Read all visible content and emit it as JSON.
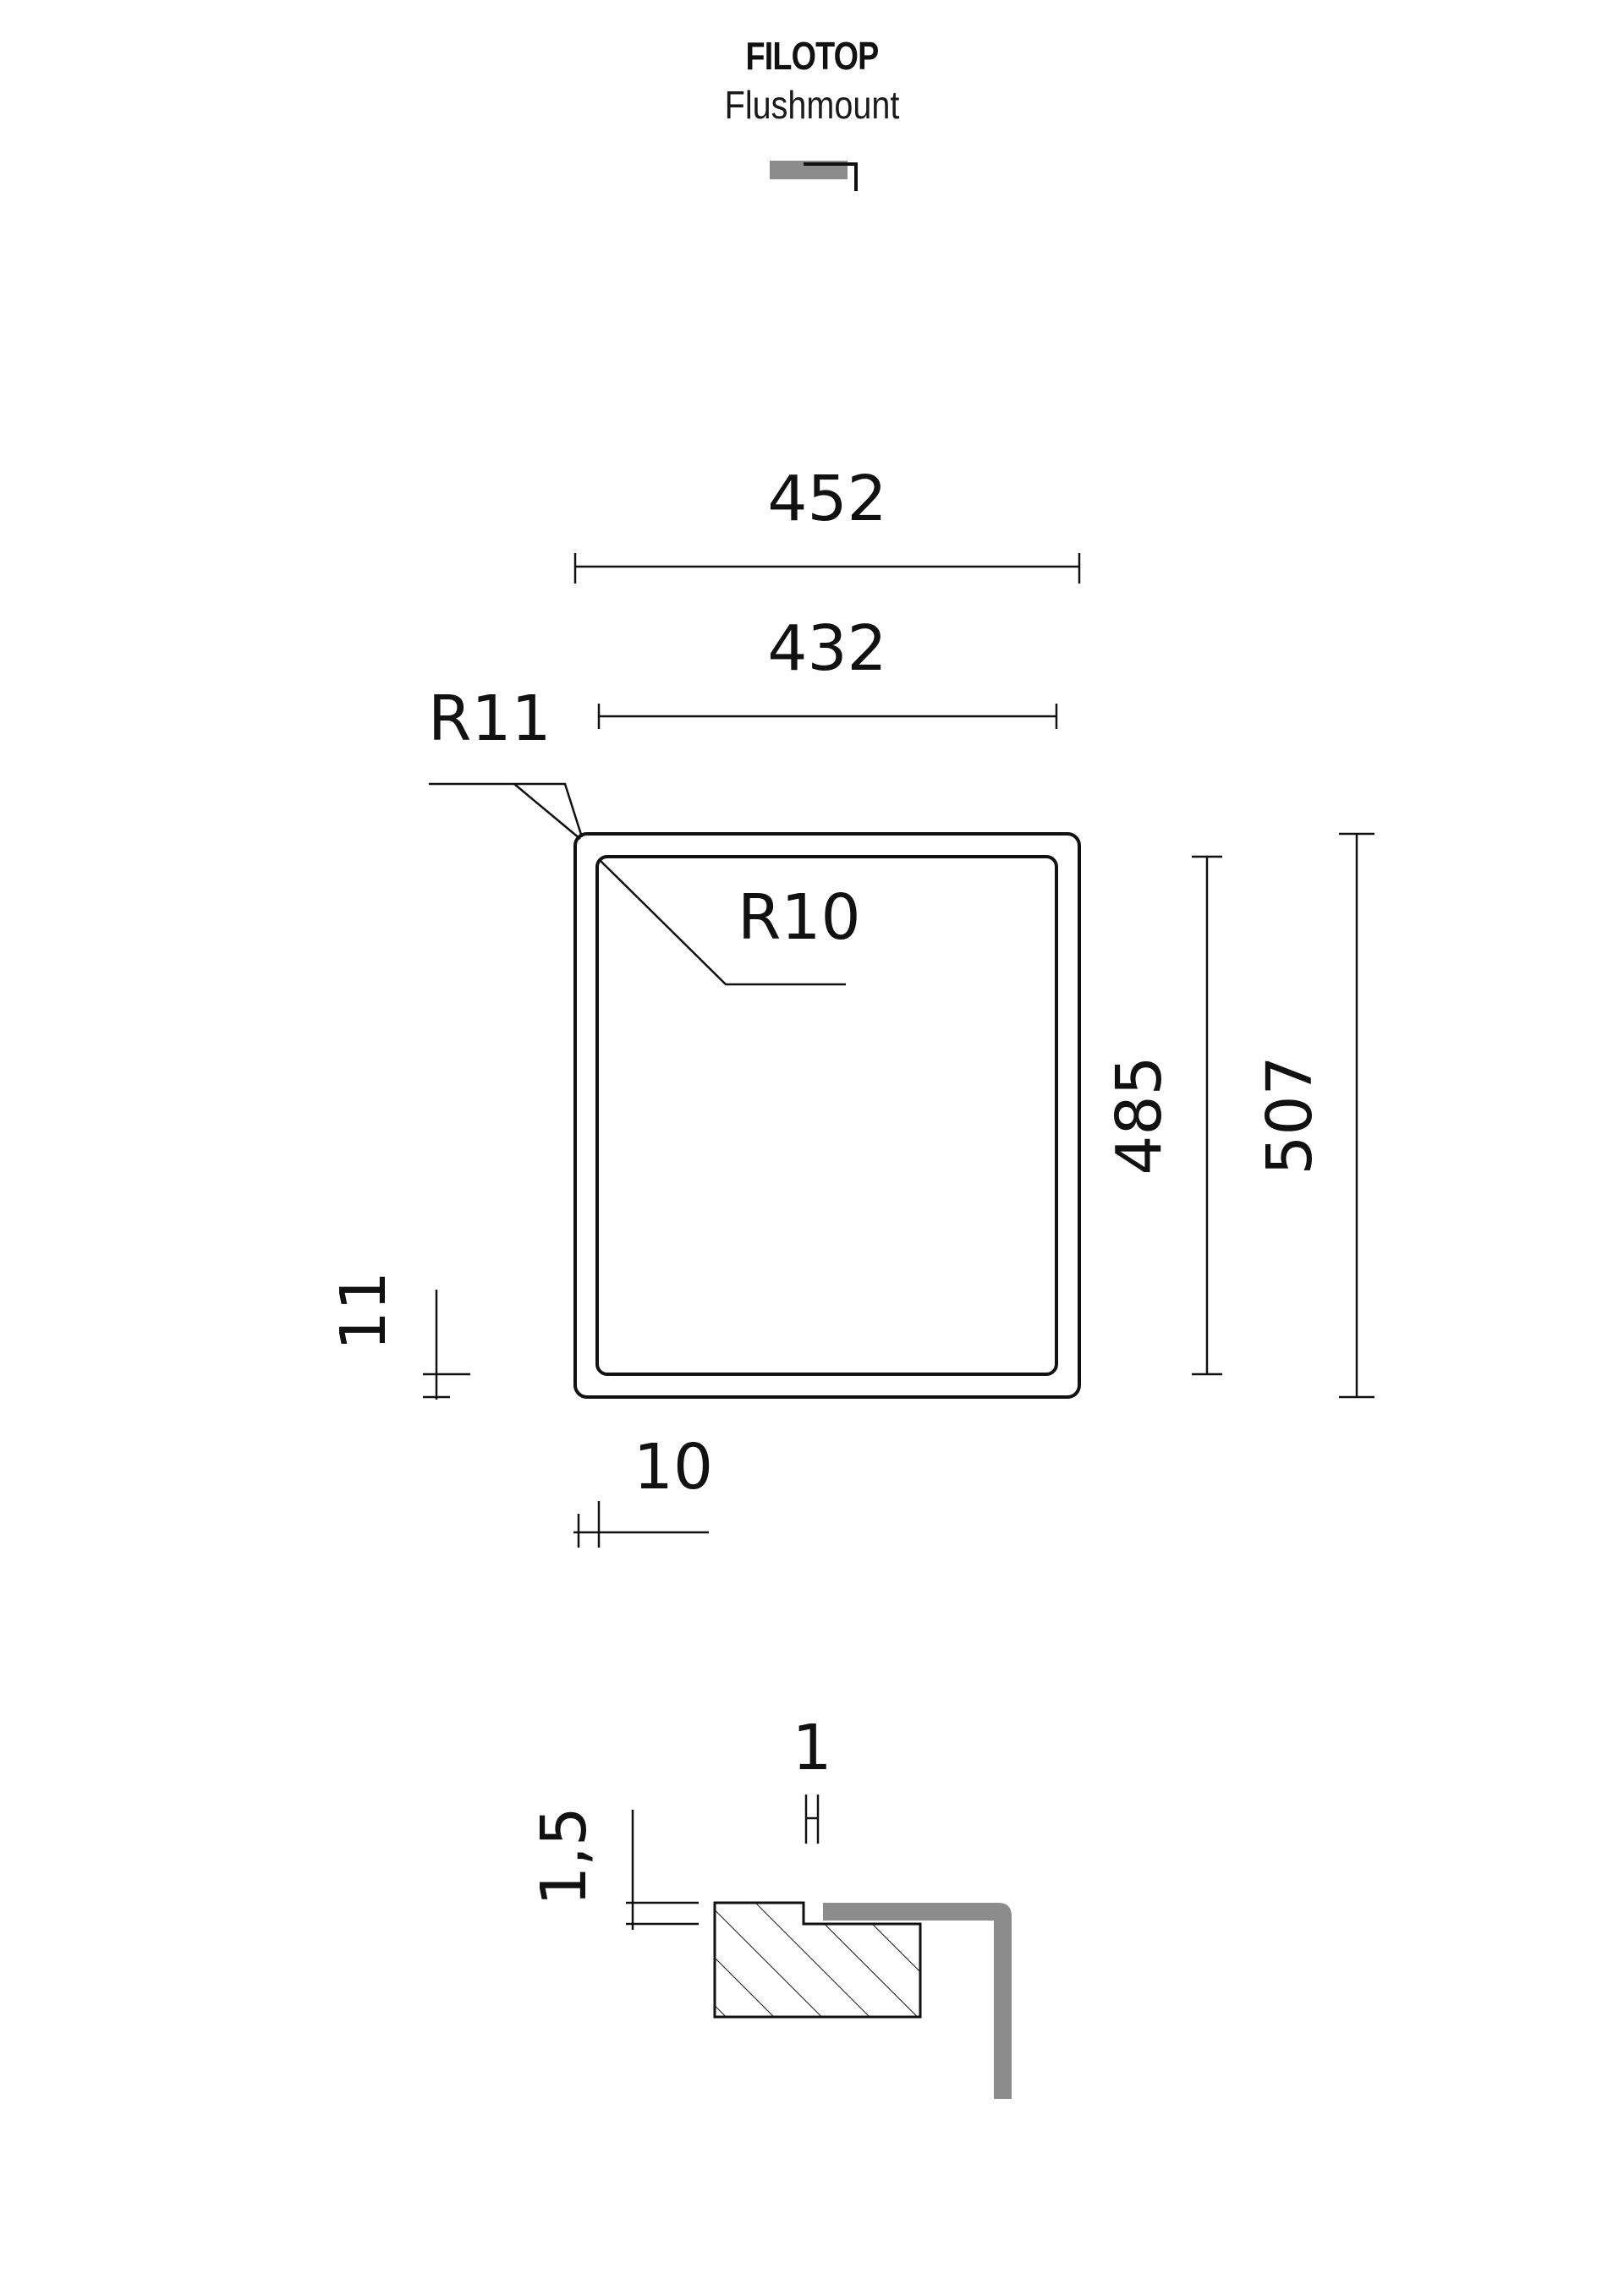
{
  "header": {
    "brand": "FILOTOP",
    "subtitle": "Flushmount"
  },
  "icons": {
    "profile": "flushmount-profile-icon"
  },
  "colors": {
    "ink": "#111111",
    "profile_gray": "#8c8c8c",
    "background": "#ffffff"
  },
  "top_view": {
    "outer_width": "452",
    "inner_width": "432",
    "outer_radius": "R11",
    "inner_radius": "R10",
    "inner_height": "485",
    "outer_height": "507",
    "side_offset": "11",
    "bottom_offset": "10"
  },
  "section_view": {
    "gap": "1",
    "step": "1,5"
  }
}
